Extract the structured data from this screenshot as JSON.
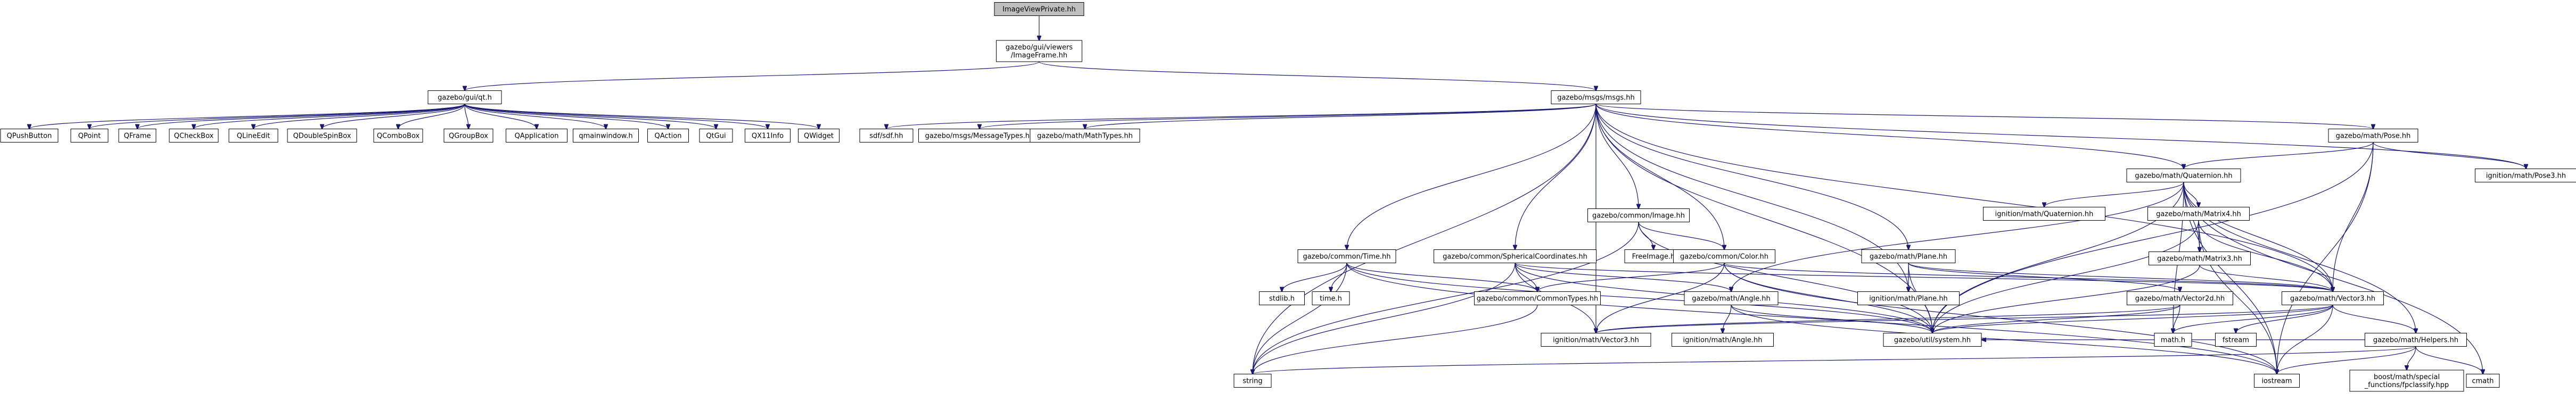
{
  "colors": {
    "edge": "#191970",
    "root_fill": "#bfbfbf",
    "external_border": "#bfbfbf",
    "local_border": "#000000",
    "incomplete_border": "#ff0000"
  },
  "nodes": [
    {
      "id": "root",
      "lines": [
        "ImageViewPrivate.hh"
      ],
      "kind": "root"
    },
    {
      "id": "imageframe",
      "lines": [
        "gazebo/gui/viewers",
        "/ImageFrame.hh"
      ],
      "kind": "local"
    },
    {
      "id": "guiqt",
      "lines": [
        "gazebo/gui/qt.h"
      ],
      "kind": "local"
    },
    {
      "id": "msgs",
      "lines": [
        "gazebo/msgs/msgs.hh"
      ],
      "kind": "local"
    },
    {
      "id": "qpushbutton",
      "lines": [
        "QPushButton"
      ],
      "kind": "external"
    },
    {
      "id": "qpoint",
      "lines": [
        "QPoint"
      ],
      "kind": "external"
    },
    {
      "id": "qframe",
      "lines": [
        "QFrame"
      ],
      "kind": "external"
    },
    {
      "id": "qcheckbox",
      "lines": [
        "QCheckBox"
      ],
      "kind": "external"
    },
    {
      "id": "qlineedit",
      "lines": [
        "QLineEdit"
      ],
      "kind": "external"
    },
    {
      "id": "qdoublespinbox",
      "lines": [
        "QDoubleSpinBox"
      ],
      "kind": "external"
    },
    {
      "id": "qcombobox",
      "lines": [
        "QComboBox"
      ],
      "kind": "external"
    },
    {
      "id": "qgroupbox",
      "lines": [
        "QGroupBox"
      ],
      "kind": "external"
    },
    {
      "id": "qapplication",
      "lines": [
        "QApplication"
      ],
      "kind": "external"
    },
    {
      "id": "qmainwindow",
      "lines": [
        "qmainwindow.h"
      ],
      "kind": "external"
    },
    {
      "id": "qaction",
      "lines": [
        "QAction"
      ],
      "kind": "external"
    },
    {
      "id": "qtgui",
      "lines": [
        "QtGui"
      ],
      "kind": "external"
    },
    {
      "id": "qx11info",
      "lines": [
        "QX11Info"
      ],
      "kind": "external"
    },
    {
      "id": "qwidget",
      "lines": [
        "QWidget"
      ],
      "kind": "external"
    },
    {
      "id": "sdfsdf",
      "lines": [
        "sdf/sdf.hh"
      ],
      "kind": "external"
    },
    {
      "id": "messagetypes",
      "lines": [
        "gazebo/msgs/MessageTypes.hh"
      ],
      "kind": "external"
    },
    {
      "id": "mathtypes",
      "lines": [
        "gazebo/math/MathTypes.hh"
      ],
      "kind": "local"
    },
    {
      "id": "pose",
      "lines": [
        "gazebo/math/Pose.hh"
      ],
      "kind": "local"
    },
    {
      "id": "ignpose3",
      "lines": [
        "ignition/math/Pose3.hh"
      ],
      "kind": "external"
    },
    {
      "id": "quaternion",
      "lines": [
        "gazebo/math/Quaternion.hh"
      ],
      "kind": "local"
    },
    {
      "id": "ignquaternion",
      "lines": [
        "ignition/math/Quaternion.hh"
      ],
      "kind": "external"
    },
    {
      "id": "matrix4",
      "lines": [
        "gazebo/math/Matrix4.hh"
      ],
      "kind": "incomplete"
    },
    {
      "id": "matrix3",
      "lines": [
        "gazebo/math/Matrix3.hh"
      ],
      "kind": "incomplete"
    },
    {
      "id": "image",
      "lines": [
        "gazebo/common/Image.hh"
      ],
      "kind": "local"
    },
    {
      "id": "freeimage",
      "lines": [
        "FreeImage.h"
      ],
      "kind": "external"
    },
    {
      "id": "color",
      "lines": [
        "gazebo/common/Color.hh"
      ],
      "kind": "local"
    },
    {
      "id": "time",
      "lines": [
        "gazebo/common/Time.hh"
      ],
      "kind": "local"
    },
    {
      "id": "sphcoords",
      "lines": [
        "gazebo/common/SphericalCoordinates.hh"
      ],
      "kind": "local"
    },
    {
      "id": "plane",
      "lines": [
        "gazebo/math/Plane.hh"
      ],
      "kind": "local"
    },
    {
      "id": "ignplane",
      "lines": [
        "ignition/math/Plane.hh"
      ],
      "kind": "external"
    },
    {
      "id": "vector2d",
      "lines": [
        "gazebo/math/Vector2d.hh"
      ],
      "kind": "incomplete"
    },
    {
      "id": "vector3",
      "lines": [
        "gazebo/math/Vector3.hh"
      ],
      "kind": "local"
    },
    {
      "id": "stdlib",
      "lines": [
        "stdlib.h"
      ],
      "kind": "external"
    },
    {
      "id": "timeh",
      "lines": [
        "time.h"
      ],
      "kind": "external"
    },
    {
      "id": "commontypes",
      "lines": [
        "gazebo/common/CommonTypes.hh"
      ],
      "kind": "incomplete"
    },
    {
      "id": "angle",
      "lines": [
        "gazebo/math/Angle.hh"
      ],
      "kind": "local"
    },
    {
      "id": "ignvector3",
      "lines": [
        "ignition/math/Vector3.hh"
      ],
      "kind": "external"
    },
    {
      "id": "ignangle",
      "lines": [
        "ignition/math/Angle.hh"
      ],
      "kind": "external"
    },
    {
      "id": "gzsystem",
      "lines": [
        "gazebo/util/system.hh"
      ],
      "kind": "local"
    },
    {
      "id": "mathh",
      "lines": [
        "math.h"
      ],
      "kind": "external"
    },
    {
      "id": "fstream",
      "lines": [
        "fstream"
      ],
      "kind": "external"
    },
    {
      "id": "helpers",
      "lines": [
        "gazebo/math/Helpers.hh"
      ],
      "kind": "incomplete"
    },
    {
      "id": "string",
      "lines": [
        "string"
      ],
      "kind": "external"
    },
    {
      "id": "iostream",
      "lines": [
        "iostream"
      ],
      "kind": "external"
    },
    {
      "id": "boostspecial",
      "lines": [
        "boost/math/special",
        "_functions/fpclassify.hpp"
      ],
      "kind": "external"
    },
    {
      "id": "cmath",
      "lines": [
        "cmath"
      ],
      "kind": "external"
    }
  ],
  "edges": [
    [
      "root",
      "imageframe"
    ],
    [
      "imageframe",
      "guiqt"
    ],
    [
      "imageframe",
      "msgs"
    ],
    [
      "guiqt",
      "qpushbutton"
    ],
    [
      "guiqt",
      "qpoint"
    ],
    [
      "guiqt",
      "qframe"
    ],
    [
      "guiqt",
      "qcheckbox"
    ],
    [
      "guiqt",
      "qlineedit"
    ],
    [
      "guiqt",
      "qdoublespinbox"
    ],
    [
      "guiqt",
      "qcombobox"
    ],
    [
      "guiqt",
      "qgroupbox"
    ],
    [
      "guiqt",
      "qapplication"
    ],
    [
      "guiqt",
      "qmainwindow"
    ],
    [
      "guiqt",
      "qaction"
    ],
    [
      "guiqt",
      "qtgui"
    ],
    [
      "guiqt",
      "qx11info"
    ],
    [
      "guiqt",
      "qwidget"
    ],
    [
      "msgs",
      "sdfsdf"
    ],
    [
      "msgs",
      "messagetypes"
    ],
    [
      "msgs",
      "mathtypes"
    ],
    [
      "msgs",
      "pose"
    ],
    [
      "msgs",
      "ignpose3"
    ],
    [
      "msgs",
      "quaternion"
    ],
    [
      "msgs",
      "image"
    ],
    [
      "msgs",
      "color"
    ],
    [
      "msgs",
      "time"
    ],
    [
      "msgs",
      "sphcoords"
    ],
    [
      "msgs",
      "plane"
    ],
    [
      "msgs",
      "ignplane"
    ],
    [
      "msgs",
      "vector3"
    ],
    [
      "msgs",
      "ignvector3"
    ],
    [
      "msgs",
      "string"
    ],
    [
      "msgs",
      "gzsystem"
    ],
    [
      "pose",
      "ignpose3"
    ],
    [
      "pose",
      "quaternion"
    ],
    [
      "pose",
      "vector3"
    ],
    [
      "pose",
      "gzsystem"
    ],
    [
      "pose",
      "iostream"
    ],
    [
      "quaternion",
      "ignquaternion"
    ],
    [
      "quaternion",
      "matrix4"
    ],
    [
      "quaternion",
      "matrix3"
    ],
    [
      "quaternion",
      "vector3"
    ],
    [
      "quaternion",
      "angle"
    ],
    [
      "quaternion",
      "helpers"
    ],
    [
      "quaternion",
      "gzsystem"
    ],
    [
      "quaternion",
      "mathh"
    ],
    [
      "quaternion",
      "iostream"
    ],
    [
      "quaternion",
      "cmath"
    ],
    [
      "matrix4",
      "matrix3"
    ],
    [
      "matrix4",
      "vector3"
    ],
    [
      "matrix4",
      "gzsystem"
    ],
    [
      "matrix4",
      "iostream"
    ],
    [
      "matrix3",
      "vector3"
    ],
    [
      "matrix3",
      "gzsystem"
    ],
    [
      "image",
      "freeimage"
    ],
    [
      "image",
      "color"
    ],
    [
      "image",
      "string"
    ],
    [
      "image",
      "gzsystem"
    ],
    [
      "color",
      "commontypes"
    ],
    [
      "color",
      "vector3"
    ],
    [
      "color",
      "ignvector3"
    ],
    [
      "color",
      "gzsystem"
    ],
    [
      "color",
      "iostream"
    ],
    [
      "time",
      "stdlib"
    ],
    [
      "time",
      "timeh"
    ],
    [
      "time",
      "commontypes"
    ],
    [
      "time",
      "string"
    ],
    [
      "time",
      "gzsystem"
    ],
    [
      "time",
      "iostream"
    ],
    [
      "sphcoords",
      "commontypes"
    ],
    [
      "sphcoords",
      "angle"
    ],
    [
      "sphcoords",
      "vector3"
    ],
    [
      "sphcoords",
      "ignvector3"
    ],
    [
      "sphcoords",
      "string"
    ],
    [
      "sphcoords",
      "gzsystem"
    ],
    [
      "plane",
      "vector2d"
    ],
    [
      "plane",
      "vector3"
    ],
    [
      "plane",
      "ignplane"
    ],
    [
      "plane",
      "gzsystem"
    ],
    [
      "vector2d",
      "gzsystem"
    ],
    [
      "vector2d",
      "mathh"
    ],
    [
      "vector2d",
      "ignvector3"
    ],
    [
      "vector3",
      "helpers"
    ],
    [
      "vector3",
      "gzsystem"
    ],
    [
      "vector3",
      "ignvector3"
    ],
    [
      "vector3",
      "mathh"
    ],
    [
      "vector3",
      "fstream"
    ],
    [
      "vector3",
      "iostream"
    ],
    [
      "commontypes",
      "string"
    ],
    [
      "angle",
      "ignangle"
    ],
    [
      "angle",
      "gzsystem"
    ],
    [
      "angle",
      "iostream"
    ],
    [
      "helpers",
      "boostspecial"
    ],
    [
      "helpers",
      "iostream"
    ],
    [
      "helpers",
      "string"
    ],
    [
      "helpers",
      "cmath"
    ],
    [
      "helpers",
      "gzsystem"
    ]
  ]
}
